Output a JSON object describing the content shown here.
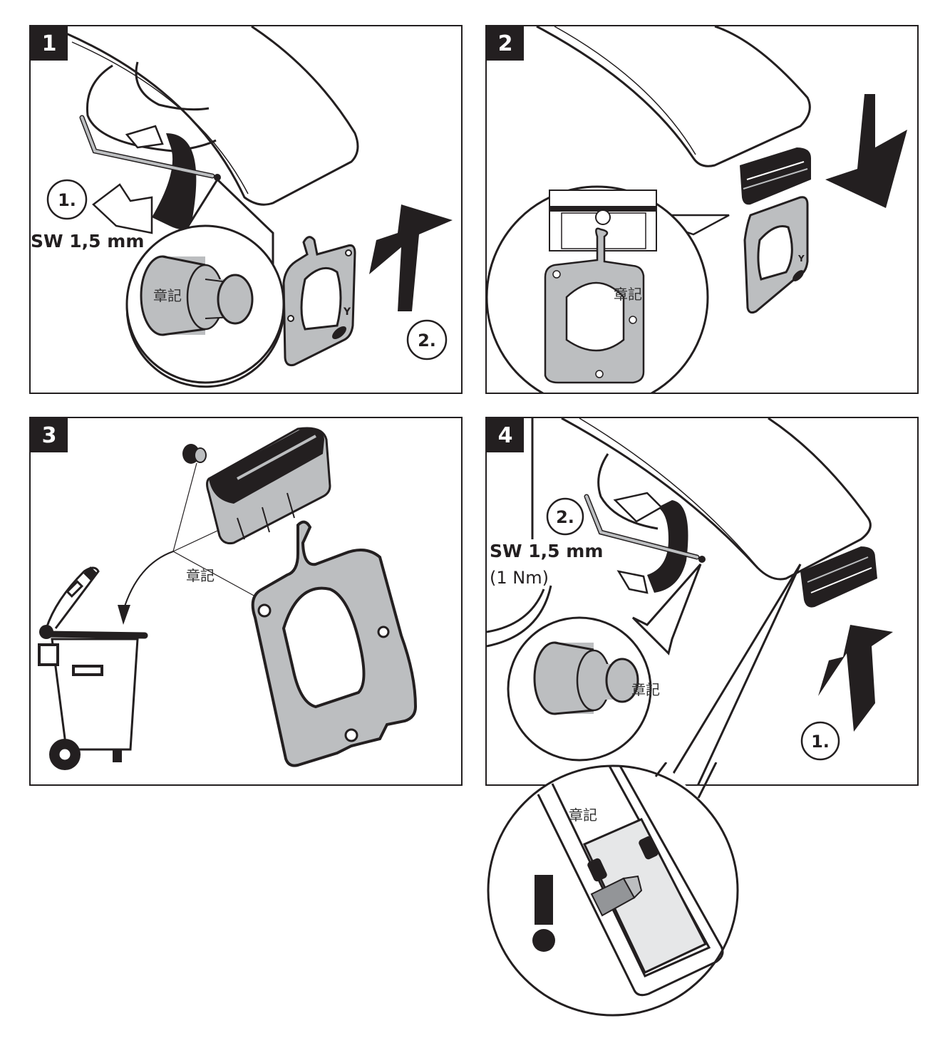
{
  "document": {
    "panels": [
      {
        "number": "1",
        "tool_label": "SW 1,5 mm",
        "step_markers": [
          "1.",
          "2."
        ],
        "watermark": "章記",
        "part_mark": "Y"
      },
      {
        "number": "2",
        "watermark": "章記",
        "part_mark": "Y"
      },
      {
        "number": "3",
        "watermark": "章記"
      },
      {
        "number": "4",
        "tool_label": "SW 1,5 mm",
        "torque_label": "(1 Nm)",
        "step_markers": [
          "2.",
          "1."
        ],
        "watermark": "章記",
        "detail_watermark": "章記",
        "warning_symbol": "!"
      }
    ],
    "colors": {
      "ink": "#231f20",
      "part_gray": "#bcbec0",
      "paper": "#ffffff"
    }
  }
}
